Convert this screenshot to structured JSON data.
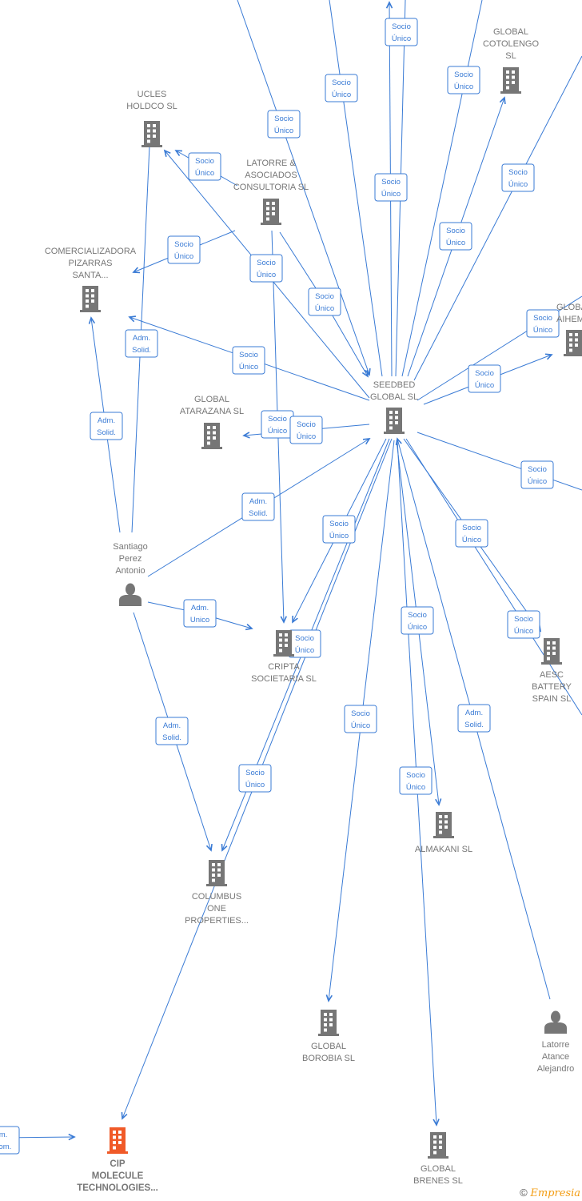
{
  "colors": {
    "edge": "#3a7bd5",
    "node": "#767676",
    "highlight": "#f05a28"
  },
  "nodes": [
    {
      "id": "ucles",
      "type": "company",
      "name": [
        "UCLES",
        "HOLDCO  SL"
      ]
    },
    {
      "id": "latorre-asociados",
      "type": "company",
      "name": [
        "LATORRE &",
        "ASOCIADOS",
        "CONSULTORIA SL"
      ]
    },
    {
      "id": "comercializadora",
      "type": "company",
      "name": [
        "COMERCIALIZADORA",
        "PIZARRAS",
        "SANTA..."
      ]
    },
    {
      "id": "cotolengo",
      "type": "company",
      "name": [
        "GLOBAL",
        "COTOLENGO",
        "SL"
      ]
    },
    {
      "id": "seedbed",
      "type": "company",
      "name": [
        "SEEDBED",
        "GLOBAL  SL"
      ]
    },
    {
      "id": "atarazana",
      "type": "company",
      "name": [
        "GLOBAL",
        "ATARAZANA  SL"
      ]
    },
    {
      "id": "aihem",
      "type": "company",
      "name": [
        "GLOBA",
        "AIHEM"
      ]
    },
    {
      "id": "cripta",
      "type": "company",
      "name": [
        "CRIPTA",
        "SOCIETARIA  SL"
      ]
    },
    {
      "id": "aesc",
      "type": "company",
      "name": [
        "AESC",
        "BATTERY",
        "SPAIN  SL"
      ]
    },
    {
      "id": "santiago",
      "type": "person",
      "name": [
        "Santiago",
        "Perez",
        "Antonio"
      ]
    },
    {
      "id": "columbus",
      "type": "company",
      "name": [
        "COLUMBUS",
        "ONE",
        "PROPERTIES..."
      ]
    },
    {
      "id": "almakani",
      "type": "company",
      "name": [
        "ALMAKANI  SL"
      ]
    },
    {
      "id": "borobia",
      "type": "company",
      "name": [
        "GLOBAL",
        "BOROBIA  SL"
      ]
    },
    {
      "id": "latorre-atance",
      "type": "person",
      "name": [
        "Latorre",
        "Atance",
        "Alejandro"
      ]
    },
    {
      "id": "cip",
      "type": "company-highlight",
      "name": [
        "CIP",
        "MOLECULE",
        "TECHNOLOGIES..."
      ]
    },
    {
      "id": "brenes",
      "type": "company",
      "name": [
        "GLOBAL",
        "BRENES  SL"
      ]
    }
  ],
  "edges": [
    {
      "label": [
        "Socio",
        "Único"
      ]
    },
    {
      "label": [
        "Socio",
        "Único"
      ]
    },
    {
      "label": [
        "Socio",
        "Único"
      ]
    },
    {
      "label": [
        "Socio",
        "Único"
      ]
    },
    {
      "label": [
        "Socio",
        "Único"
      ]
    },
    {
      "label": [
        "Socio",
        "Único"
      ]
    },
    {
      "label": [
        "Socio",
        "Único"
      ]
    },
    {
      "label": [
        "Socio",
        "Único"
      ]
    },
    {
      "label": [
        "Socio",
        "Único"
      ]
    },
    {
      "label": [
        "Socio",
        "Único"
      ]
    },
    {
      "label": [
        "Socio",
        "Único"
      ]
    },
    {
      "label": [
        "Socio",
        "Único"
      ]
    },
    {
      "label": [
        "Socio",
        "Único"
      ]
    },
    {
      "label": [
        "Socio",
        "Único"
      ]
    },
    {
      "label": [
        "Adm.",
        "Solid."
      ]
    },
    {
      "label": [
        "Adm.",
        "Solid."
      ]
    },
    {
      "label": [
        "Adm.",
        "Solid."
      ]
    },
    {
      "label": [
        "Adm.",
        "Unico"
      ]
    },
    {
      "label": [
        "Adm.",
        "Solid."
      ]
    },
    {
      "label": [
        "Socio",
        "Único"
      ]
    },
    {
      "label": [
        "Socio",
        "Único"
      ]
    },
    {
      "label": [
        "Socio",
        "Único"
      ]
    },
    {
      "label": [
        "Socio",
        "Único"
      ]
    },
    {
      "label": [
        "Socio",
        "Único"
      ]
    },
    {
      "label": [
        "Socio",
        "Único"
      ]
    },
    {
      "label": [
        "Adm.",
        "Solid."
      ]
    },
    {
      "label": [
        "Socio",
        "Único"
      ]
    },
    {
      "label": [
        "Socio",
        "Único"
      ]
    },
    {
      "label": [
        "Socio",
        "Único"
      ]
    },
    {
      "label": [
        "Socio",
        "Único"
      ]
    },
    {
      "label": [
        "Socio",
        "Único"
      ]
    },
    {
      "label": [
        "m.",
        "com."
      ]
    }
  ],
  "footer": {
    "copyright": "©",
    "brand": "Empresia"
  }
}
